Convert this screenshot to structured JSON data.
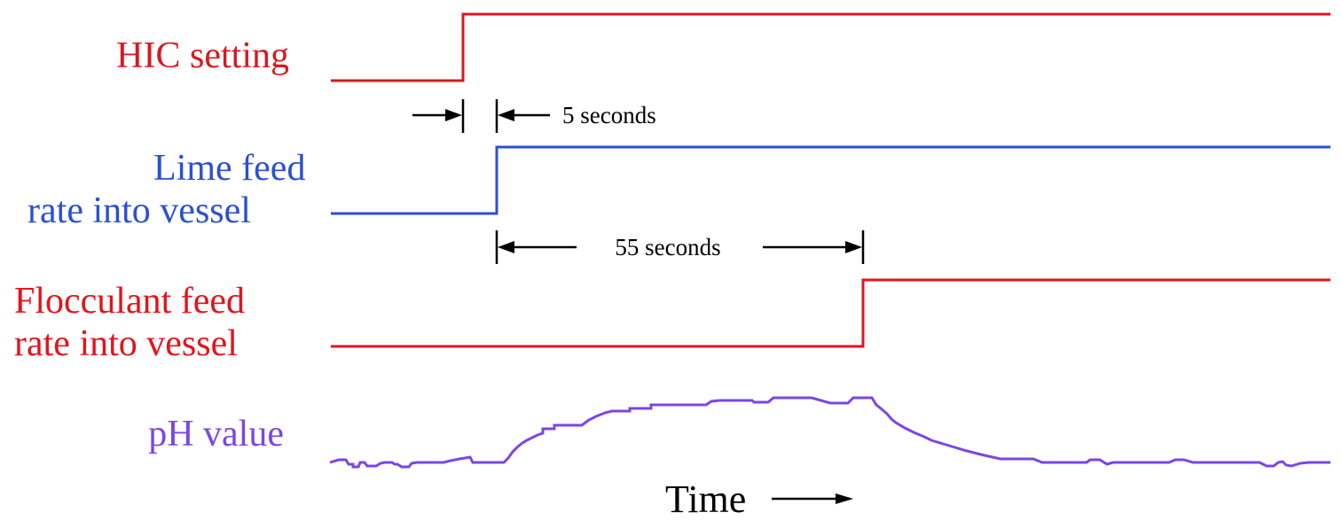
{
  "colors": {
    "hic": "#d71920",
    "lime": "#2b4fd8",
    "flocculant": "#e3141a",
    "ph": "#7b46e6",
    "dimension": "#000000"
  },
  "signals": {
    "hic": {
      "label_lines": [
        "HIC setting"
      ]
    },
    "lime": {
      "label_lines": [
        "Lime feed",
        "rate into vessel"
      ]
    },
    "flocculant": {
      "label_lines": [
        "Flocculant feed",
        "rate into vessel"
      ]
    },
    "ph": {
      "label_lines": [
        "pH value"
      ]
    }
  },
  "dimensions": {
    "lime_delay": {
      "label": "5 seconds",
      "seconds": 5
    },
    "flocculant_delay": {
      "label": "55 seconds",
      "seconds": 55
    }
  },
  "time_axis": {
    "label": "Time",
    "arrow_icon": "right-arrow-icon"
  }
}
